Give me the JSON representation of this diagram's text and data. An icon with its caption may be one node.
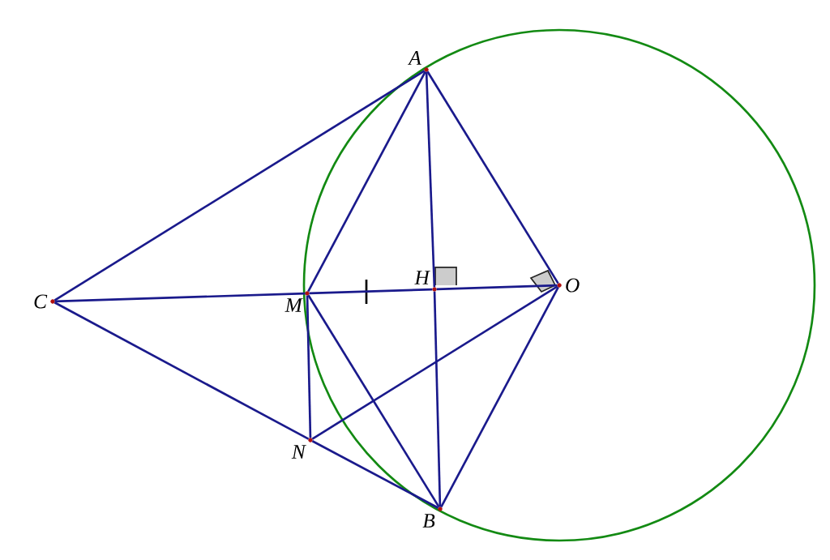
{
  "diagram": {
    "nodes": [
      {
        "text": [
          "A"
        ]
      },
      {
        "text": [
          "C"
        ]
      },
      {
        "text": [
          "H"
        ]
      },
      {
        "text": [
          "M"
        ]
      },
      {
        "text": [
          "O"
        ]
      },
      {
        "text": [
          "N"
        ]
      },
      {
        "text": [
          "B"
        ]
      }
    ],
    "edges": [
      {
        "from": 1,
        "to": 0,
        "arrow": "none"
      },
      {
        "from": 1,
        "to": 5,
        "arrow": "none"
      },
      {
        "from": 5,
        "to": 6,
        "arrow": "none"
      },
      {
        "from": 1,
        "to": 3,
        "arrow": "none"
      },
      {
        "from": 3,
        "to": 2,
        "arrow": "none"
      },
      {
        "from": 2,
        "to": 4,
        "arrow": "none"
      },
      {
        "from": 0,
        "to": 3,
        "arrow": "none"
      },
      {
        "from": 0,
        "to": 2,
        "arrow": "none"
      },
      {
        "from": 2,
        "to": 6,
        "arrow": "none"
      },
      {
        "from": 0,
        "to": 4,
        "arrow": "none"
      },
      {
        "from": 6,
        "to": 4,
        "arrow": "none"
      },
      {
        "from": 3,
        "to": 6,
        "arrow": "none"
      },
      {
        "from": 3,
        "to": 5,
        "arrow": "none"
      },
      {
        "from": 5,
        "to": 4,
        "arrow": "none"
      }
    ]
  }
}
